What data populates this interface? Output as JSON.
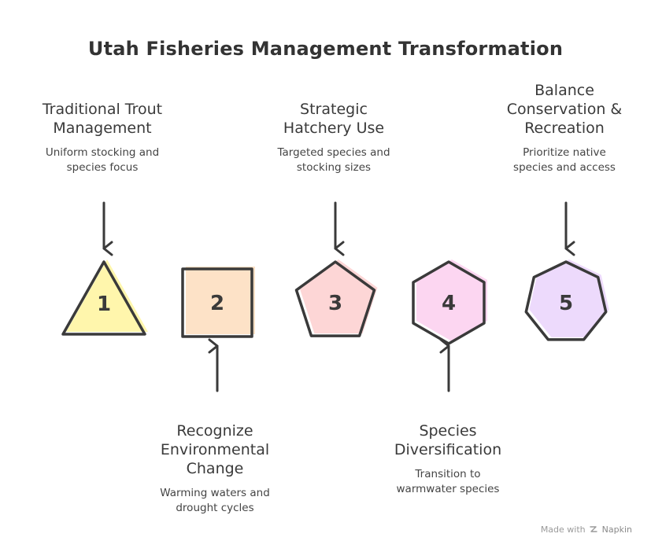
{
  "title": "Utah Fisheries Management Transformation",
  "steps": [
    {
      "number": "1",
      "shape": "triangle",
      "fill": "#fff6a8",
      "title": "Traditional Trout\nManagement",
      "description": "Uniform stocking and\nspecies focus",
      "position": "top"
    },
    {
      "number": "2",
      "shape": "square",
      "fill": "#fde0c4",
      "title": "Recognize\nEnvironmental\nChange",
      "description": "Warming waters and\ndrought cycles",
      "position": "bottom"
    },
    {
      "number": "3",
      "shape": "pentagon",
      "fill": "#fdd4d4",
      "title": "Strategic\nHatchery Use",
      "description": "Targeted species and\nstocking sizes",
      "position": "top"
    },
    {
      "number": "4",
      "shape": "hexagon",
      "fill": "#fcd4f0",
      "title": "Species\nDiversification",
      "description": "Transition to\nwarmwater species",
      "position": "bottom"
    },
    {
      "number": "5",
      "shape": "heptagon",
      "fill": "#ecd8fc",
      "title": "Balance\nConservation &\nRecreation",
      "description": "Prioritize native\nspecies and access",
      "position": "top"
    }
  ],
  "colors": {
    "stroke": "#3a3a3a"
  },
  "watermark": {
    "prefix": "Made with",
    "icon": "napkin-logo-icon",
    "brand": "Napkin"
  }
}
